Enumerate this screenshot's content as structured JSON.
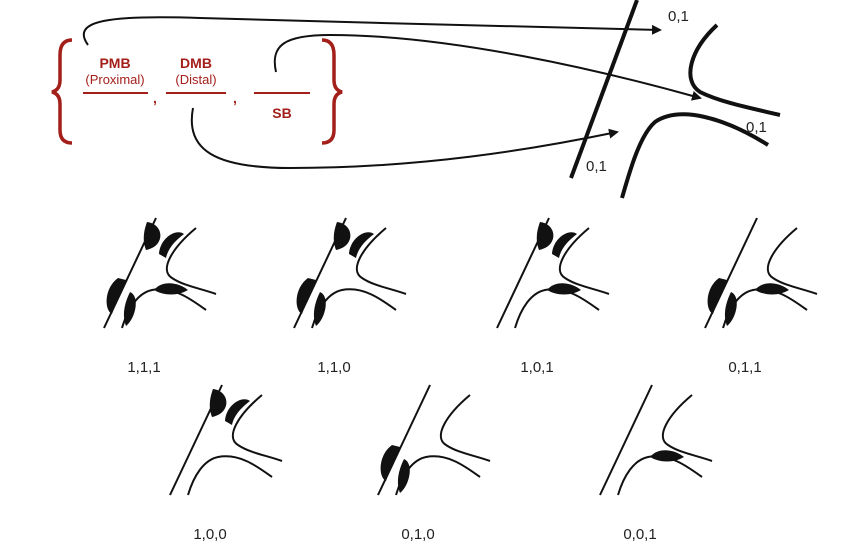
{
  "notation": {
    "pmb": {
      "label": "PMB",
      "sublabel": "(Proximal)"
    },
    "dmb": {
      "label": "DMB",
      "sublabel": "(Distal)"
    },
    "sb": {
      "label": "SB"
    },
    "separator": ","
  },
  "schematic_labels": {
    "top_branch": "0,1",
    "side_branch": "0,1",
    "main_proximal": "0,1"
  },
  "colors": {
    "accent": "#a31f1a",
    "ink": "#111111"
  },
  "classifications": [
    {
      "code": "1,1,1",
      "pmb": true,
      "dmb": true,
      "sb": true
    },
    {
      "code": "1,1,0",
      "pmb": true,
      "dmb": true,
      "sb": false
    },
    {
      "code": "1,0,1",
      "pmb": true,
      "dmb": false,
      "sb": true
    },
    {
      "code": "0,1,1",
      "pmb": false,
      "dmb": true,
      "sb": true
    },
    {
      "code": "1,0,0",
      "pmb": true,
      "dmb": false,
      "sb": false
    },
    {
      "code": "0,1,0",
      "pmb": false,
      "dmb": true,
      "sb": false
    },
    {
      "code": "0,0,1",
      "pmb": false,
      "dmb": false,
      "sb": true
    }
  ]
}
